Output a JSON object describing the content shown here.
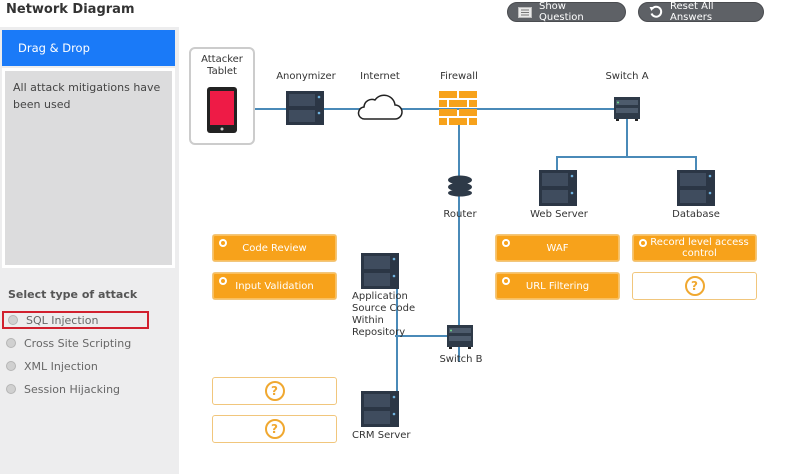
{
  "header": {
    "title": "Network Diagram",
    "show_question_label": "Show Question",
    "reset_label": "Reset All Answers"
  },
  "left_panel": {
    "drag_drop_header": "Drag & Drop",
    "drag_drop_message": "All attack mitigations have been used",
    "attack_section_title": "Select type of attack",
    "attack_options": [
      {
        "label": "SQL Injection",
        "selected": true
      },
      {
        "label": "Cross Site Scripting",
        "selected": false
      },
      {
        "label": "XML Injection",
        "selected": false
      },
      {
        "label": "Session Hijacking",
        "selected": false
      }
    ]
  },
  "diagram": {
    "nodes": {
      "attacker": "Attacker Tablet",
      "anonymizer": "Anonymizer",
      "internet": "Internet",
      "firewall": "Firewall",
      "switch_a": "Switch A",
      "router": "Router",
      "web_server": "Web Server",
      "database": "Database",
      "app_source": "Application Source Code Within Repository",
      "switch_b": "Switch B",
      "crm_server": "CRM Server"
    },
    "mitigations": {
      "code_review": "Code Review",
      "input_validation": "Input Validation",
      "waf": "WAF",
      "url_filtering": "URL Filtering",
      "record_level": "Record level access control",
      "placeholder": "?"
    }
  },
  "colors": {
    "accent_blue": "#1a7af8",
    "mitigation_orange": "#f7a21b",
    "selection_red": "#d1202e",
    "wire_blue": "#4a8ab8"
  }
}
